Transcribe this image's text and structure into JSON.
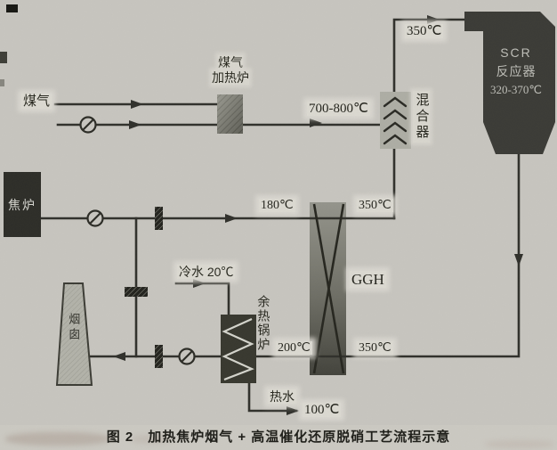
{
  "figure_caption": "图 2　加热焦炉烟气 + 高温催化还原脱硝工艺流程示意",
  "equipment": {
    "coal_gas": "煤气",
    "gas_heater_line1": "煤气",
    "gas_heater_line2": "加热炉",
    "mixer": "混合器",
    "scr_name": "SCR",
    "scr_type": "反应器",
    "scr_temp_range": "320-370℃",
    "coke_oven": "焦炉",
    "ggh": "GGH",
    "waste_heat_boiler": "余热锅炉",
    "chimney": "烟囱"
  },
  "temperatures": {
    "scr_inlet": "350℃",
    "heater_outlet": "700-800℃",
    "flue_gas_before_ggh": "180℃",
    "flue_gas_after_ggh": "350℃",
    "clean_gas_after_ggh": "200℃",
    "scr_outlet": "350℃",
    "cold_water": "冷水 20℃",
    "hot_water": "热水",
    "hot_water_temp": "100℃"
  },
  "colors": {
    "paper": "#c8c6c0",
    "ink": "#30302b",
    "dark_equipment": "#38382f",
    "label_patch": "#dcdad2"
  }
}
